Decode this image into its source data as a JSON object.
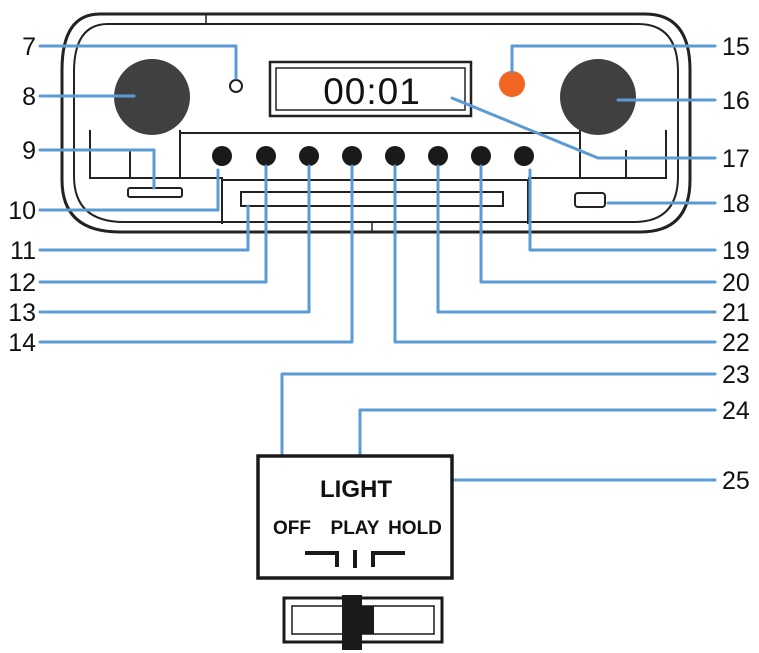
{
  "display": {
    "time": "00:01"
  },
  "callouts": [
    {
      "id": "7",
      "label": "7"
    },
    {
      "id": "8",
      "label": "8"
    },
    {
      "id": "9",
      "label": "9"
    },
    {
      "id": "10",
      "label": "10"
    },
    {
      "id": "11",
      "label": "11"
    },
    {
      "id": "12",
      "label": "12"
    },
    {
      "id": "13",
      "label": "13"
    },
    {
      "id": "14",
      "label": "14"
    },
    {
      "id": "15",
      "label": "15"
    },
    {
      "id": "16",
      "label": "16"
    },
    {
      "id": "17",
      "label": "17"
    },
    {
      "id": "18",
      "label": "18"
    },
    {
      "id": "19",
      "label": "19"
    },
    {
      "id": "20",
      "label": "20"
    },
    {
      "id": "21",
      "label": "21"
    },
    {
      "id": "22",
      "label": "22"
    },
    {
      "id": "23",
      "label": "23"
    },
    {
      "id": "24",
      "label": "24"
    },
    {
      "id": "25",
      "label": "25"
    }
  ],
  "switch": {
    "title": "LIGHT",
    "positions": [
      "OFF",
      "PLAY",
      "HOLD"
    ]
  },
  "colors": {
    "leader_line": "#5b9bd5",
    "indicator_light": "#f26522",
    "speaker": "#404040",
    "button": "#1a1a1a"
  }
}
